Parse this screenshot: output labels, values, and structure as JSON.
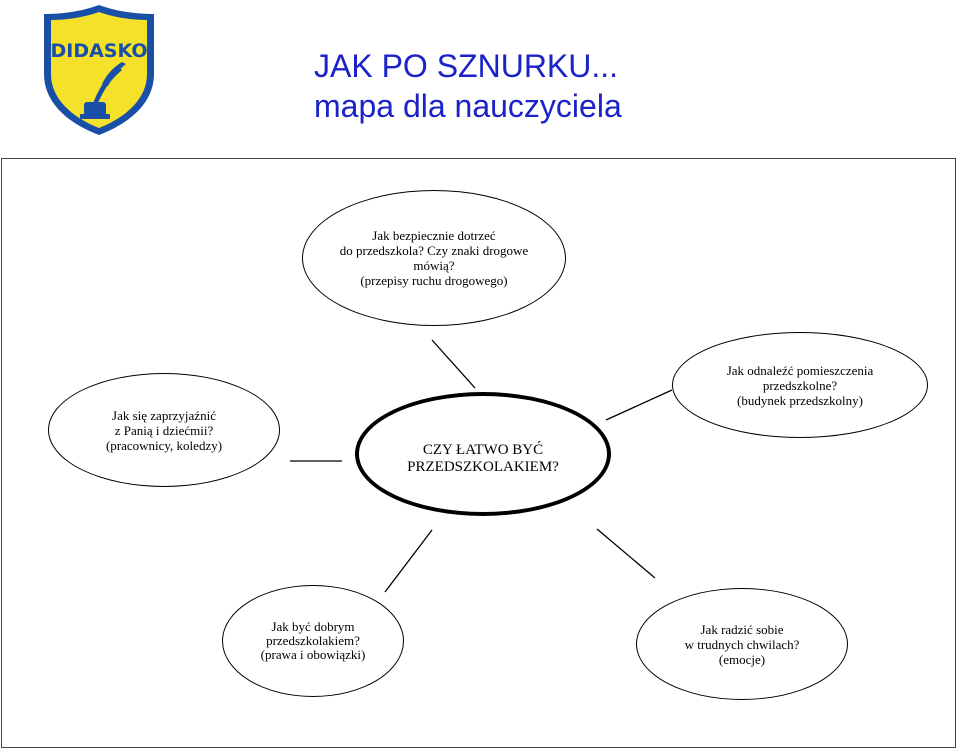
{
  "logo": {
    "text": "DIDASKO",
    "primary_color": "#1a4fa8",
    "fill_color": "#f5e02a"
  },
  "title": {
    "line1": "JAK PO SZNURKU...",
    "line2": "mapa dla nauczyciela",
    "color": "#1a22c8"
  },
  "mindmap": {
    "center": {
      "lines": [
        "CZY ŁATWO BYĆ",
        "PRZEDSZKOLAKIEM?"
      ]
    },
    "top": {
      "lines": [
        "Jak bezpiecznie dotrzeć",
        "do przedszkola? Czy znaki drogowe",
        "mówią?",
        "(przepisy ruchu drogowego)"
      ]
    },
    "left": {
      "lines": [
        "Jak się zaprzyjaźnić",
        "z Panią i dziećmii?",
        "(pracownicy, koledzy)"
      ]
    },
    "right": {
      "lines": [
        "Jak odnaleźć pomieszczenia",
        "przedszkolne?",
        "(budynek przedszkolny)"
      ]
    },
    "bottom_left": {
      "lines": [
        "Jak być dobrym",
        "przedszkolakiem?",
        "(prawa i obowiązki)"
      ]
    },
    "bottom_right": {
      "lines": [
        "Jak radzić sobie",
        "w trudnych chwilach?",
        "(emocje)"
      ]
    }
  }
}
